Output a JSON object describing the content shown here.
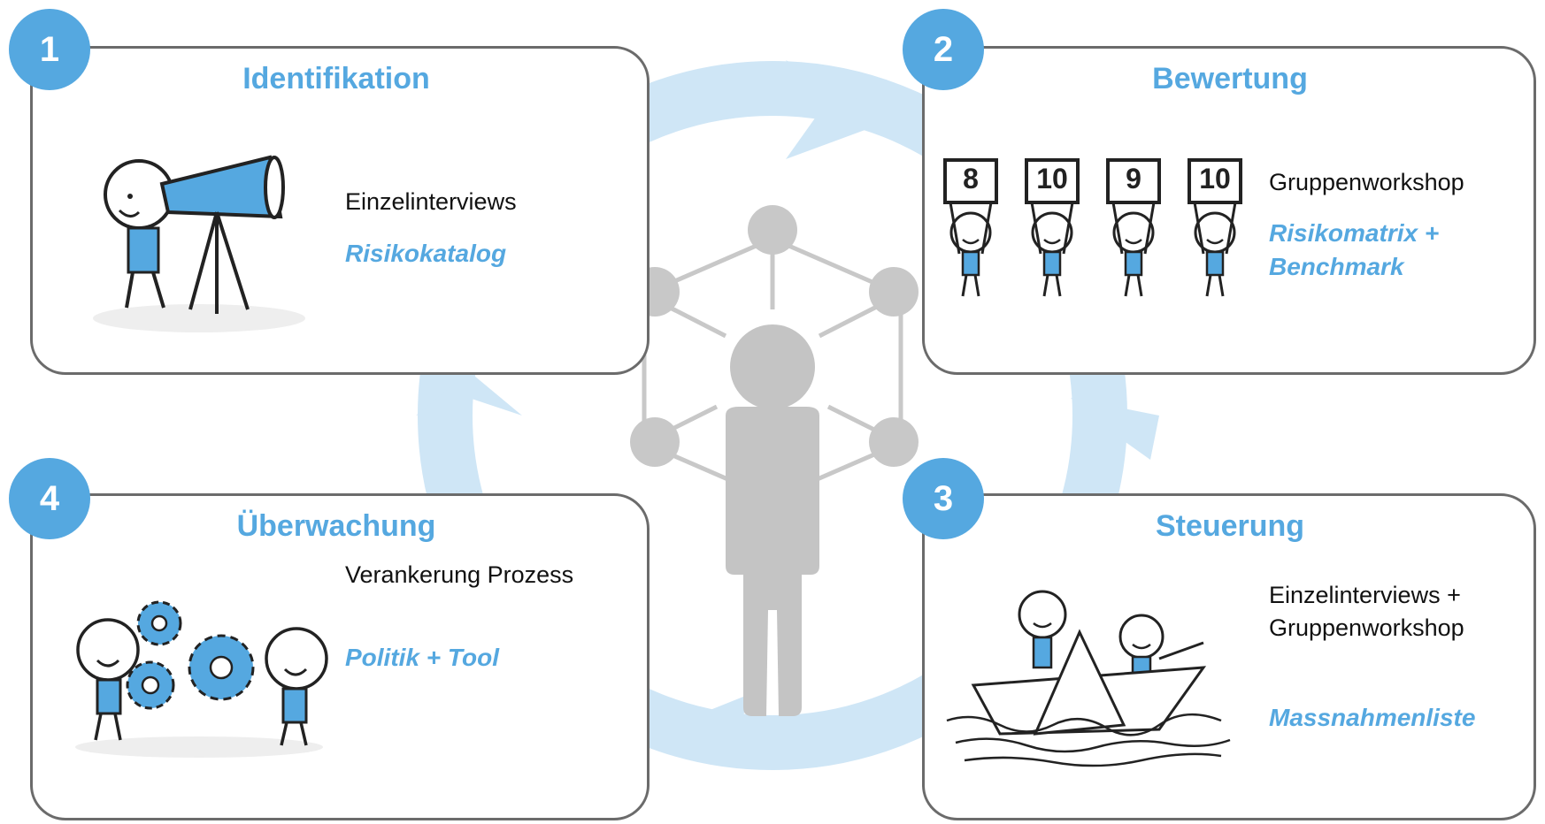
{
  "colors": {
    "accent": "#55a8e0",
    "cycle_arrow": "#cfe6f6",
    "border": "#6b6b6b",
    "network": "#c8c8c8",
    "figure_fill": "#c4c4c4"
  },
  "steps": [
    {
      "number": "1",
      "title": "Identifikation",
      "method": "Einzelinterviews",
      "output": "Risikokatalog",
      "illustration": "telescope-figure"
    },
    {
      "number": "2",
      "title": "Bewertung",
      "method": "Gruppenworkshop",
      "output": "Risikomatrix + Benchmark",
      "illustration": "score-cards-figures",
      "scores": [
        "8",
        "10",
        "9",
        "10"
      ]
    },
    {
      "number": "3",
      "title": "Steuerung",
      "method": "Einzelinterviews + Gruppenworkshop",
      "output": "Massnahmenliste",
      "illustration": "paper-boat-figures"
    },
    {
      "number": "4",
      "title": "Überwachung",
      "method": "Verankerung Prozess",
      "output": "Politik + Tool",
      "illustration": "gears-figures"
    }
  ],
  "center_icon": "person-network-icon"
}
